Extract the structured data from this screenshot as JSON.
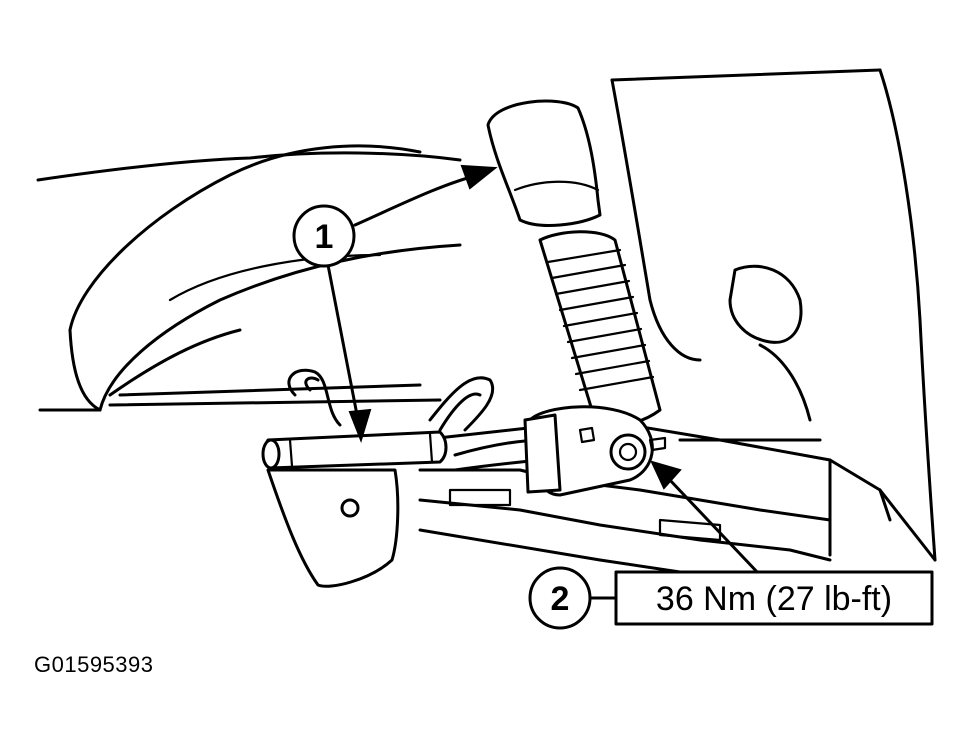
{
  "callouts": [
    {
      "number": "1"
    },
    {
      "number": "2"
    }
  ],
  "torque_spec": "36 Nm (27 lb-ft)",
  "figure_id": "G01595393"
}
